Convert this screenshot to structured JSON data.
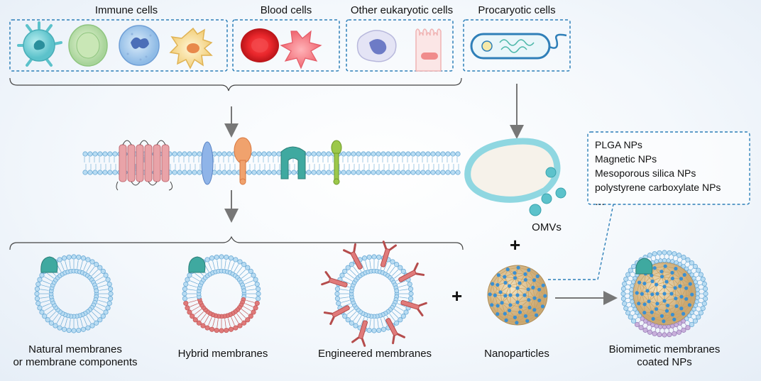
{
  "sources": {
    "immune_cells": "Immune cells",
    "blood_cells": "Blood cells",
    "other_eukaryotic_cells": "Other eukaryotic cells",
    "procaryotic_cells": "Procaryotic cells"
  },
  "omvs_label": "OMVs",
  "nanoparticle_types": [
    "PLGA NPs",
    "Magnetic NPs",
    "Mesoporous silica NPs",
    "polystyrene carboxylate NPs",
    "…"
  ],
  "membrane_types": {
    "natural_line1": "Natural membranes",
    "natural_line2": "or membrane components",
    "hybrid": "Hybrid membranes",
    "engineered": "Engineered membranes",
    "nanoparticles": "Nanoparticles",
    "coated_line1": "Biomimetic membranes",
    "coated_line2": "coated NPs"
  },
  "plus_sign": "+",
  "colors": {
    "dash_box": "#2c7fb8",
    "lipid_head": "#b9dcf2",
    "lipid_stroke": "#6aaad6",
    "hybrid_red": "#e07a7a",
    "protein_teal": "#3fa9a0",
    "arrow": "#777777"
  }
}
